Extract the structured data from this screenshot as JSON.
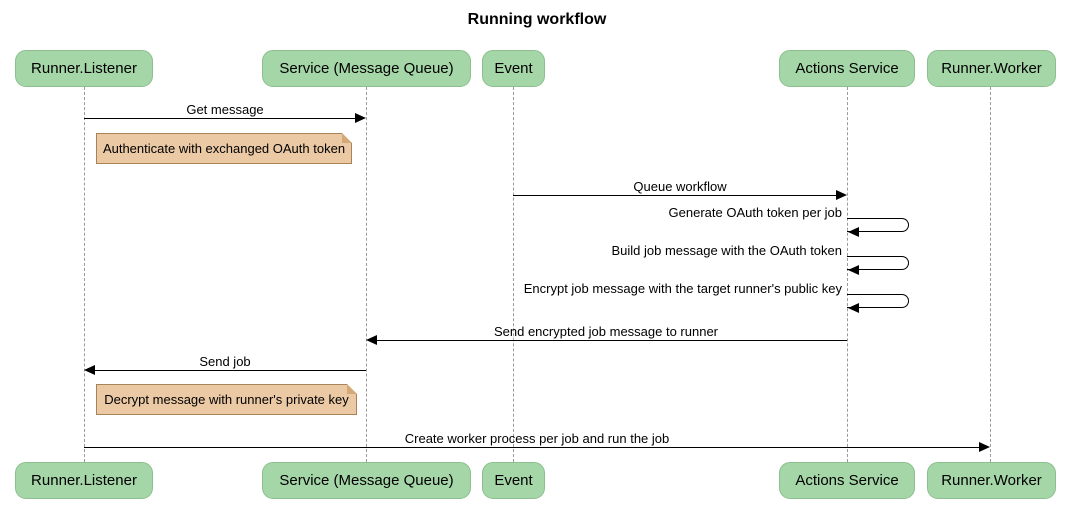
{
  "diagram": {
    "type": "sequence",
    "title": "Running workflow",
    "participants": [
      {
        "id": "runner-listener",
        "label": "Runner.Listener"
      },
      {
        "id": "service-message-queue",
        "label": "Service (Message Queue)"
      },
      {
        "id": "event",
        "label": "Event"
      },
      {
        "id": "actions-service",
        "label": "Actions Service"
      },
      {
        "id": "runner-worker",
        "label": "Runner.Worker"
      }
    ],
    "messages": [
      {
        "label": "Get message",
        "from": "Runner.Listener",
        "to": "Service (Message Queue)",
        "type": "solid-arrow",
        "direction": "right"
      },
      {
        "label": "Queue workflow",
        "from": "Event",
        "to": "Actions Service",
        "type": "solid-arrow",
        "direction": "right"
      },
      {
        "label": "Generate OAuth token per job",
        "from": "Actions Service",
        "to": "Actions Service",
        "type": "self-loop"
      },
      {
        "label": "Build job message with the OAuth token",
        "from": "Actions Service",
        "to": "Actions Service",
        "type": "self-loop"
      },
      {
        "label": "Encrypt job message with the target runner's public key",
        "from": "Actions Service",
        "to": "Actions Service",
        "type": "self-loop"
      },
      {
        "label": "Send encrypted job message to runner",
        "from": "Actions Service",
        "to": "Service (Message Queue)",
        "type": "solid-arrow",
        "direction": "left"
      },
      {
        "label": "Send job",
        "from": "Service (Message Queue)",
        "to": "Runner.Listener",
        "type": "solid-arrow",
        "direction": "left"
      },
      {
        "label": "Create worker process per job and run the job",
        "from": "Runner.Listener",
        "to": "Runner.Worker",
        "type": "solid-arrow",
        "direction": "right"
      }
    ],
    "notes": [
      {
        "label": "Authenticate with exchanged OAuth token",
        "position": "right of Runner.Listener"
      },
      {
        "label": "Decrypt message with runner's private key",
        "position": "right of Runner.Listener"
      }
    ],
    "colors": {
      "background": "#FFFFFF",
      "actor_fill": "#A5D6A7",
      "actor_border": "#8CBF8E",
      "note_fill": "#EBC9A4",
      "note_border": "#A8835A",
      "message_line": "#000000",
      "lifeline": "#9A9A9A",
      "text": "#000000"
    }
  }
}
